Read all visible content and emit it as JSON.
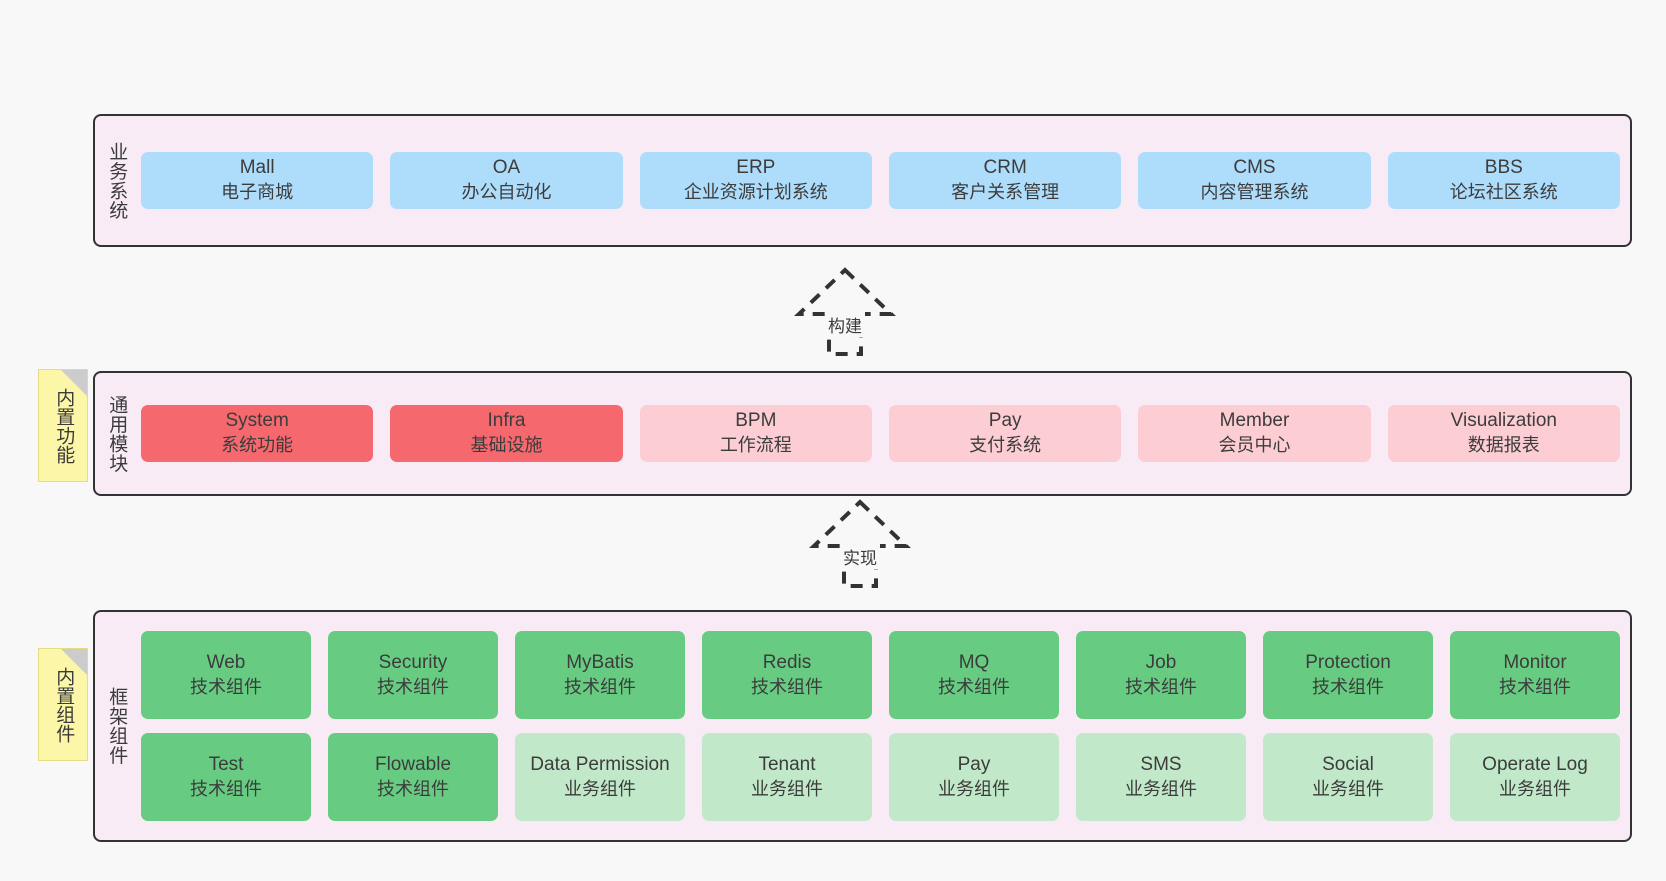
{
  "diagram": {
    "background_color": "#f8f8f8",
    "layer_fill": "#f8ebf6",
    "layer_border": "#333333",
    "colors": {
      "blue": "#aedcfb",
      "red": "#f5686e",
      "pink": "#fccdd3",
      "green": "#67cc82",
      "light_green": "#c1e9c9",
      "sticky_yellow": "#fcf7a8"
    }
  },
  "layers": [
    {
      "id": "business-systems",
      "title": "业务系统",
      "rows": [
        [
          {
            "title": "Mall",
            "sub": "电子商城",
            "color": "blue"
          },
          {
            "title": "OA",
            "sub": "办公自动化",
            "color": "blue"
          },
          {
            "title": "ERP",
            "sub": "企业资源计划系统",
            "color": "blue"
          },
          {
            "title": "CRM",
            "sub": "客户关系管理",
            "color": "blue"
          },
          {
            "title": "CMS",
            "sub": "内容管理系统",
            "color": "blue"
          },
          {
            "title": "BBS",
            "sub": "论坛社区系统",
            "color": "blue"
          }
        ]
      ]
    },
    {
      "id": "common-modules",
      "title": "通用模块",
      "sticky": "内置功能",
      "rows": [
        [
          {
            "title": "System",
            "sub": "系统功能",
            "color": "red"
          },
          {
            "title": "Infra",
            "sub": "基础设施",
            "color": "red"
          },
          {
            "title": "BPM",
            "sub": "工作流程",
            "color": "pink"
          },
          {
            "title": "Pay",
            "sub": "支付系统",
            "color": "pink"
          },
          {
            "title": "Member",
            "sub": "会员中心",
            "color": "pink"
          },
          {
            "title": "Visualization",
            "sub": "数据报表",
            "color": "pink"
          }
        ]
      ]
    },
    {
      "id": "framework-components",
      "title": "框架组件",
      "sticky": "内置组件",
      "rows": [
        [
          {
            "title": "Web",
            "sub": "技术组件",
            "color": "green"
          },
          {
            "title": "Security",
            "sub": "技术组件",
            "color": "green"
          },
          {
            "title": "MyBatis",
            "sub": "技术组件",
            "color": "green"
          },
          {
            "title": "Redis",
            "sub": "技术组件",
            "color": "green"
          },
          {
            "title": "MQ",
            "sub": "技术组件",
            "color": "green"
          },
          {
            "title": "Job",
            "sub": "技术组件",
            "color": "green"
          },
          {
            "title": "Protection",
            "sub": "技术组件",
            "color": "green"
          },
          {
            "title": "Monitor",
            "sub": "技术组件",
            "color": "green"
          }
        ],
        [
          {
            "title": "Test",
            "sub": "技术组件",
            "color": "green"
          },
          {
            "title": "Flowable",
            "sub": "技术组件",
            "color": "green"
          },
          {
            "title": "Data Permission",
            "sub": "业务组件",
            "color": "light_green",
            "wrap": true
          },
          {
            "title": "Tenant",
            "sub": "业务组件",
            "color": "light_green"
          },
          {
            "title": "Pay",
            "sub": "业务组件",
            "color": "light_green"
          },
          {
            "title": "SMS",
            "sub": "业务组件",
            "color": "light_green"
          },
          {
            "title": "Social",
            "sub": "业务组件",
            "color": "light_green"
          },
          {
            "title": "Operate Log",
            "sub": "业务组件",
            "color": "light_green"
          }
        ]
      ]
    }
  ],
  "connectors": [
    {
      "id": "build",
      "label": "构建",
      "from": "common-modules",
      "to": "business-systems",
      "style": "dashed-hollow-triangle"
    },
    {
      "id": "implement",
      "label": "实现",
      "from": "framework-components",
      "to": "common-modules",
      "style": "dashed-hollow-triangle"
    }
  ]
}
